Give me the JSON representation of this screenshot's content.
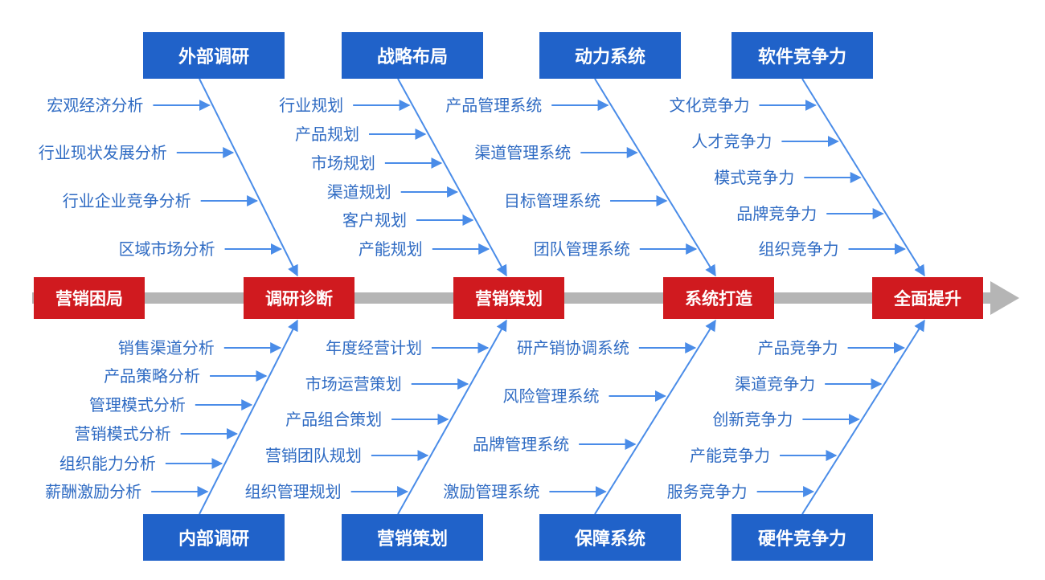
{
  "colors": {
    "cause_blue": "#2f6bc3",
    "line_blue": "#4a8ce8",
    "box_blue": "#2062c9",
    "stage_red": "#d01a1f",
    "spine_gray": "#b5b5b5"
  },
  "stages": [
    "营销困局",
    "调研诊断",
    "营销策划",
    "系统打造",
    "全面提升"
  ],
  "top_categories": [
    "外部调研",
    "战略布局",
    "动力系统",
    "软件竞争力"
  ],
  "bottom_categories": [
    "内部调研",
    "营销策划",
    "保障系统",
    "硬件竞争力"
  ],
  "top_causes": [
    [
      "宏观经济分析",
      "行业现状发展分析",
      "行业企业竞争分析",
      "区域市场分析"
    ],
    [
      "行业规划",
      "产品规划",
      "市场规划",
      "渠道规划",
      "客户规划",
      "产能规划"
    ],
    [
      "产品管理系统",
      "渠道管理系统",
      "目标管理系统",
      "团队管理系统"
    ],
    [
      "文化竞争力",
      "人才竞争力",
      "模式竞争力",
      "品牌竞争力",
      "组织竞争力"
    ]
  ],
  "bottom_causes": [
    [
      "销售渠道分析",
      "产品策略分析",
      "管理模式分析",
      "营销模式分析",
      "组织能力分析",
      "薪酬激励分析"
    ],
    [
      "年度经营计划",
      "市场运营策划",
      "产品组合策划",
      "营销团队规划",
      "组织管理规划"
    ],
    [
      "研产销协调系统",
      "风险管理系统",
      "品牌管理系统",
      "激励管理系统"
    ],
    [
      "产品竞争力",
      "渠道竞争力",
      "创新竞争力",
      "产能竞争力",
      "服务竞争力"
    ]
  ]
}
